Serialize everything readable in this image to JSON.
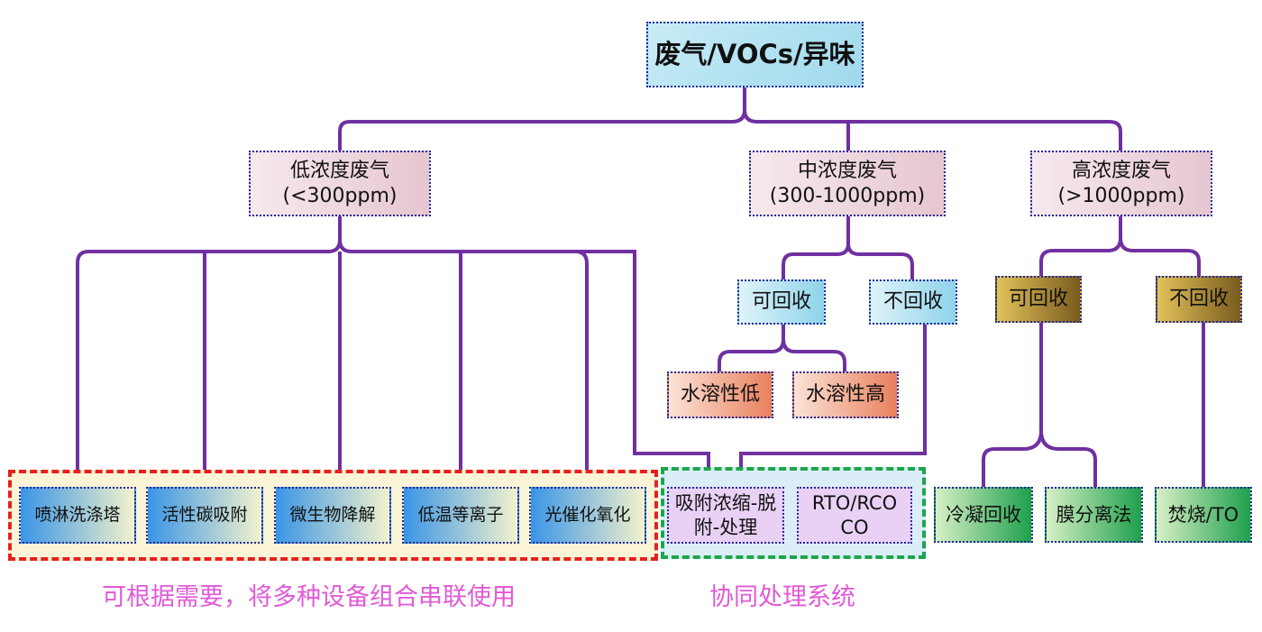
{
  "root": {
    "label": "废气/VOCs/异味"
  },
  "categories": [
    {
      "line1": "低浓度废气",
      "line2": "(<300ppm)"
    },
    {
      "line1": "中浓度废气",
      "line2": "(300-1000ppm)"
    },
    {
      "line1": "高浓度废气",
      "line2": "(>1000ppm)"
    }
  ],
  "mid": {
    "recover": "可回收",
    "no_recover": "不回收",
    "water_low": "水溶性低",
    "water_high": "水溶性高"
  },
  "high": {
    "recover": "可回收",
    "no_recover": "不回收",
    "condense": "冷凝回收",
    "membrane": "膜分离法",
    "incinerate": "焚烧/TO"
  },
  "low_devices": [
    "喷淋洗涤塔",
    "活性碳吸附",
    "微生物降解",
    "低温等离子",
    "光催化氧化"
  ],
  "coop": {
    "adsorb_line1": "吸附浓缩-脱",
    "adsorb_line2": "附-处理",
    "rto_line1": "RTO/RCO",
    "rto_line2": "CO"
  },
  "notes": {
    "combine": "可根据需要，将多种设备组合串联使用",
    "coop_system": "协同处理系统"
  },
  "colors": {
    "connector": "#7030a0",
    "red_region": "#e8201c",
    "green_region": "#1ca64c",
    "note_text": "#e05ad6"
  }
}
